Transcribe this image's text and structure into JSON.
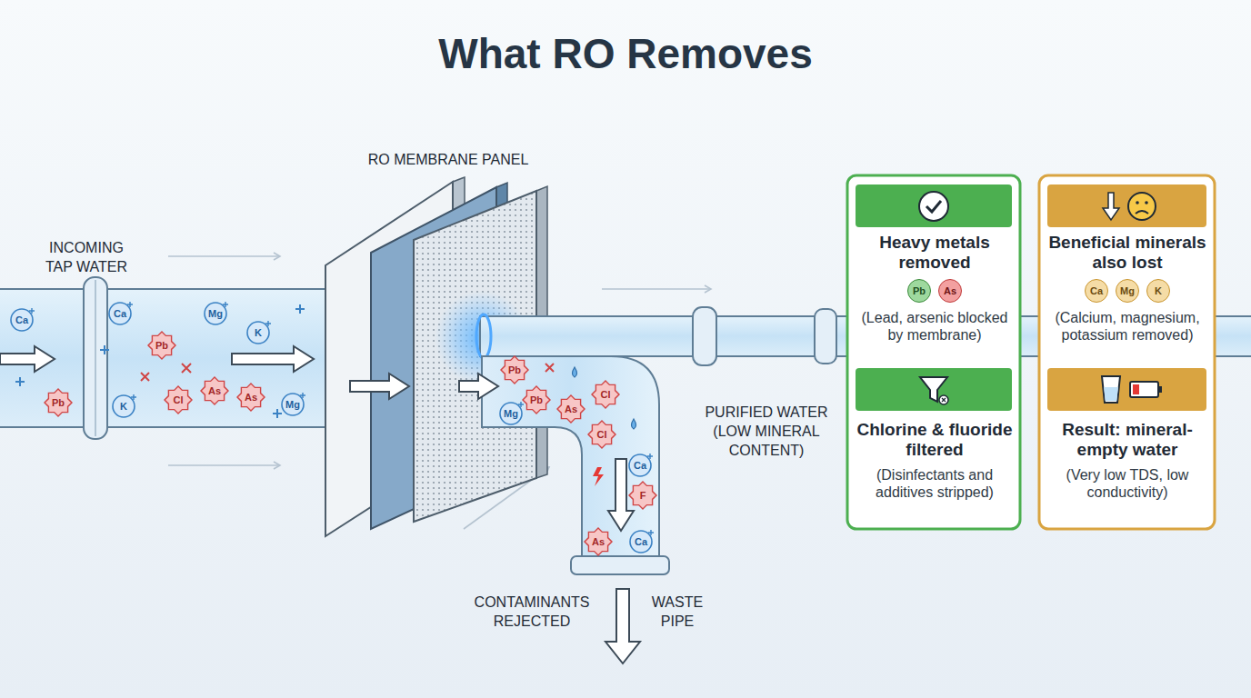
{
  "diagram": {
    "title": "What RO Removes",
    "nodes": [
      {
        "text": [
          "Heavy metals removed",
          "(Lead, arsenic blocked by membrane)"
        ]
      },
      {
        "text": [
          "Chlorine & fluoride filtered",
          "(Disinfectants and additives stripped)"
        ]
      },
      {
        "text": [
          "Beneficial minerals also lost",
          "(Calcium, magnesium, potassium removed)"
        ]
      },
      {
        "text": [
          "Result: mineral-empty water",
          "(Very low TDS, low conductivity)"
        ]
      }
    ],
    "labels": [
      "INCOMING TAP WATER",
      "RO MEMBRANE PANEL",
      "PURIFIED WATER (LOW MINERAL CONTENT)",
      "CONTAMINANTS REJECTED",
      "WASTE PIPE",
      "Ca",
      "Ca",
      "Pb",
      "Mg",
      "K",
      "As",
      "Cl",
      "As",
      "K",
      "Mg",
      "Pb",
      "Pb",
      "Pb",
      "Mg",
      "As",
      "Cl",
      "Cl",
      "Ca",
      "F",
      "As",
      "Ca",
      "Pb",
      "As",
      "Ca",
      "Mg",
      "K"
    ]
  }
}
